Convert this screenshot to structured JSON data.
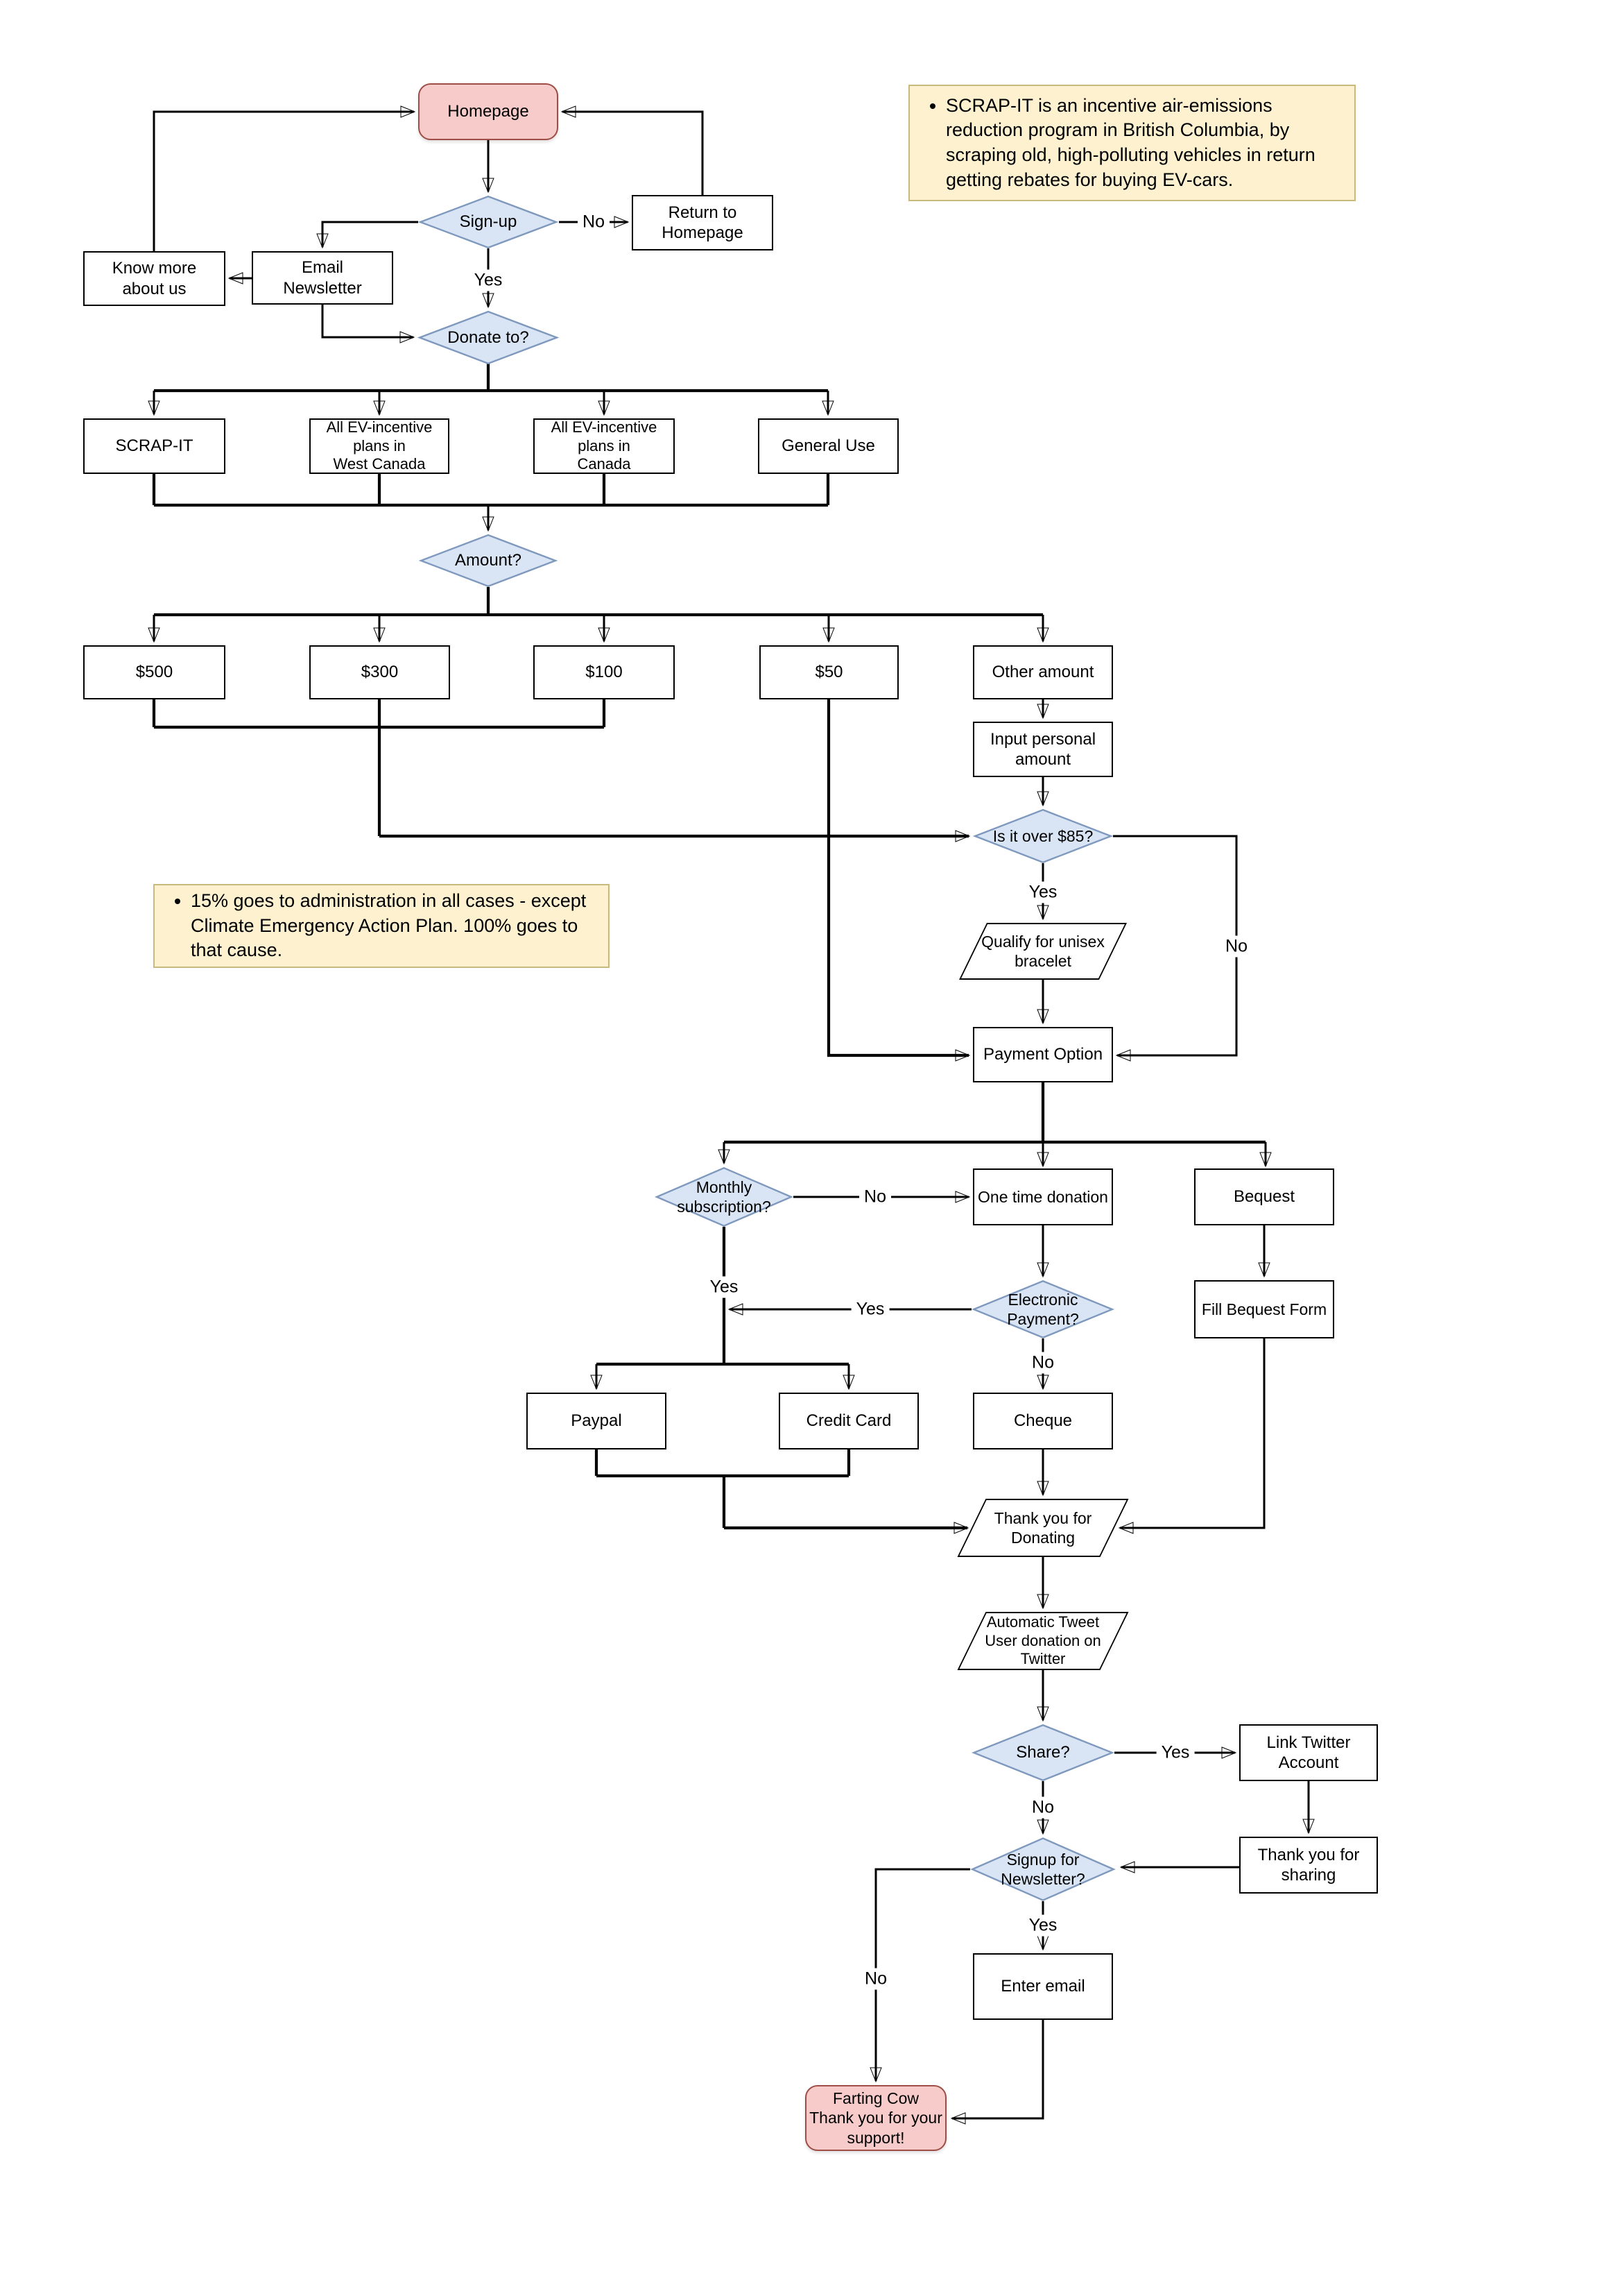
{
  "palette": {
    "terminator_fill": "#f6cbc9",
    "terminator_stroke": "#9e4d47",
    "decision_fill": "#d9e5f5",
    "decision_stroke": "#7e99bd",
    "note_fill": "#fdf1cf",
    "note_stroke": "#c8b97e",
    "process_fill": "#ffffff",
    "line_color": "#000000"
  },
  "notes": {
    "scrapit_info": "SCRAP-IT is an incentive air-emissions reduction program in British Columbia, by scraping old, high-polluting vehicles in return getting rebates for buying EV-cars.",
    "admin_info": "15% goes to administration in all cases - except Climate Emergency Action Plan. 100% goes to that cause."
  },
  "nodes": {
    "homepage": {
      "label": "Homepage"
    },
    "signup": {
      "label": "Sign-up"
    },
    "return_home": {
      "label": "Return to\nHomepage"
    },
    "know_more": {
      "label": "Know more\nabout us"
    },
    "email_news": {
      "label": "Email\nNewsletter"
    },
    "donate_to": {
      "label": "Donate to?"
    },
    "scrap_it": {
      "label": "SCRAP-IT"
    },
    "ev_west": {
      "label": "All EV-incentive\nplans in\nWest Canada"
    },
    "ev_canada": {
      "label": "All EV-incentive\nplans in\nCanada"
    },
    "general_use": {
      "label": "General Use"
    },
    "amount": {
      "label": "Amount?"
    },
    "a500": {
      "label": "$500"
    },
    "a300": {
      "label": "$300"
    },
    "a100": {
      "label": "$100"
    },
    "a50": {
      "label": "$50"
    },
    "other_amount": {
      "label": "Other amount"
    },
    "input_personal": {
      "label": "Input personal\namount"
    },
    "over85": {
      "label": "Is it over $85?"
    },
    "qualify": {
      "label": "Qualify for unisex\nbracelet"
    },
    "payment_option": {
      "label": "Payment Option"
    },
    "monthly": {
      "label": "Monthly\nsubscription?"
    },
    "one_time": {
      "label": "One time donation"
    },
    "bequest": {
      "label": "Bequest"
    },
    "electronic": {
      "label": "Electronic Payment?"
    },
    "fill_bequest": {
      "label": "Fill Bequest Form"
    },
    "paypal": {
      "label": "Paypal"
    },
    "credit_card": {
      "label": "Credit Card"
    },
    "cheque": {
      "label": "Cheque"
    },
    "thank_donating": {
      "label": "Thank you for\nDonating"
    },
    "auto_tweet": {
      "label": "Automatic Tweet\nUser donation on\nTwitter"
    },
    "share": {
      "label": "Share?"
    },
    "link_twitter": {
      "label": "Link Twitter\nAccount"
    },
    "thanks_sharing": {
      "label": "Thank you for\nsharing"
    },
    "signup_news": {
      "label": "Signup for\nNewsletter?"
    },
    "enter_email": {
      "label": "Enter email"
    },
    "farting_cow": {
      "label": "Farting Cow\nThank you for your\nsupport!"
    }
  },
  "edge_labels": {
    "signup_no": "No",
    "signup_yes": "Yes",
    "over85_yes": "Yes",
    "over85_no": "No",
    "monthly_no": "No",
    "monthly_yes": "Yes",
    "electronic_yes": "Yes",
    "electronic_no": "No",
    "share_yes": "Yes",
    "share_no": "No",
    "newsletter_yes": "Yes",
    "newsletter_no": "No"
  }
}
